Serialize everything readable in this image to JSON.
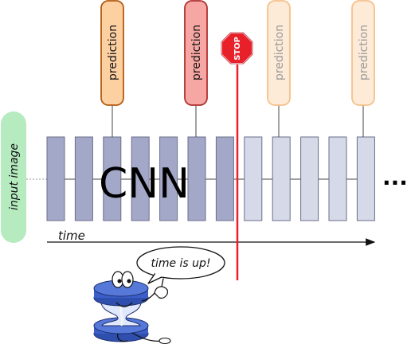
{
  "input_label": "input image",
  "cnn_label": "CNN",
  "ellipsis": "...",
  "time_label": "time",
  "stop_label": "STOP",
  "speech_text": "time is up!",
  "predictions": [
    {
      "label": "prediction",
      "state": "active",
      "fill": "#fdd0a2",
      "stroke": "#b35a10",
      "text_color": "#111111"
    },
    {
      "label": "prediction",
      "state": "active",
      "fill": "#f7a7a3",
      "stroke": "#b03030",
      "text_color": "#111111"
    },
    {
      "label": "prediction",
      "state": "inactive",
      "fill": "#fdebd8",
      "stroke": "#f5c08a",
      "text_color": "#999999"
    },
    {
      "label": "prediction",
      "state": "inactive",
      "fill": "#fdebd8",
      "stroke": "#f5c08a",
      "text_color": "#999999"
    }
  ],
  "layers": {
    "count": 12,
    "computed": 7,
    "computed_fill": "#a4a8c8",
    "pending_fill": "#d6d9e8",
    "stroke": "#6a6e8a"
  },
  "colors": {
    "stop_line": "#e8202a",
    "stop_sign": "#e8202a",
    "input_pill": "#b5ebbf",
    "hourglass": "#3b5ec8"
  }
}
